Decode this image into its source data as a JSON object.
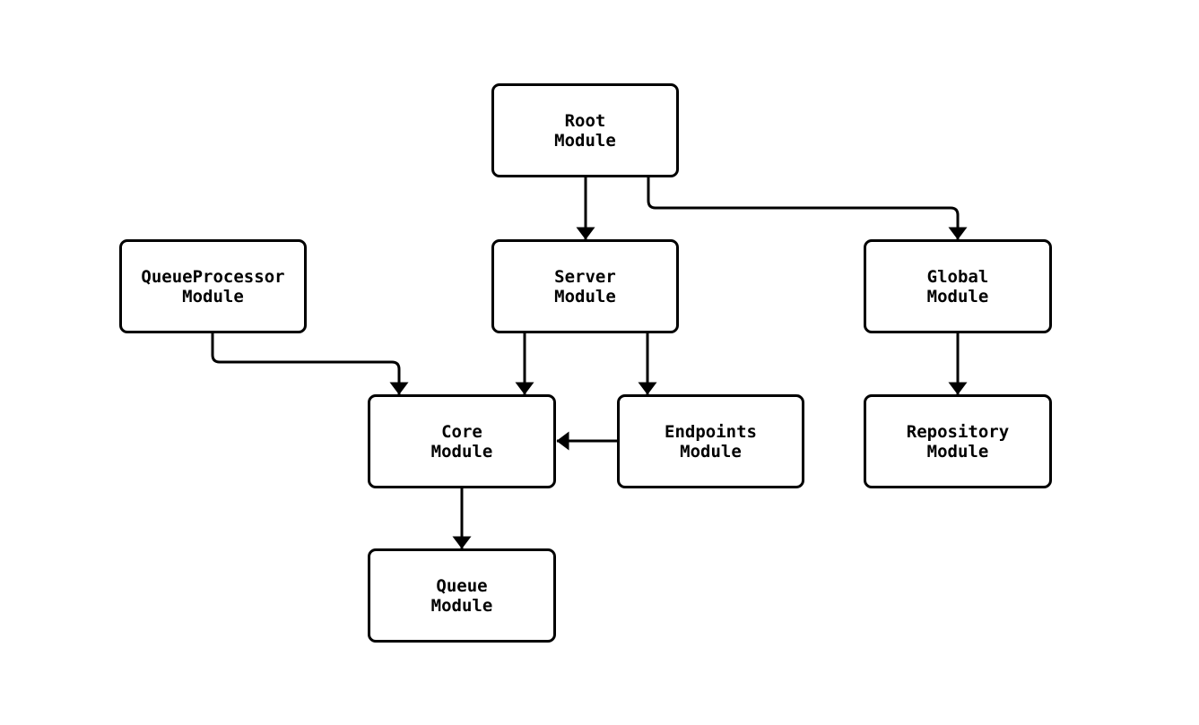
{
  "diagram": {
    "kind": "module-dependency-flowchart",
    "colors": {
      "background": "#ffffff",
      "node_fill": "#ffffff",
      "node_border": "#000000",
      "edge_stroke": "#000000",
      "text": "#000000"
    }
  },
  "nodes": [
    {
      "id": "root",
      "line1": "Root",
      "line2": "Module"
    },
    {
      "id": "queueprocessor",
      "line1": "QueueProcessor",
      "line2": "Module"
    },
    {
      "id": "server",
      "line1": "Server",
      "line2": "Module"
    },
    {
      "id": "global",
      "line1": "Global",
      "line2": "Module"
    },
    {
      "id": "core",
      "line1": "Core",
      "line2": "Module"
    },
    {
      "id": "endpoints",
      "line1": "Endpoints",
      "line2": "Module"
    },
    {
      "id": "repository",
      "line1": "Repository",
      "line2": "Module"
    },
    {
      "id": "queue",
      "line1": "Queue",
      "line2": "Module"
    }
  ],
  "edges": [
    {
      "from": "Root Module",
      "to": "Server Module"
    },
    {
      "from": "Root Module",
      "to": "Global Module"
    },
    {
      "from": "QueueProcessor Module",
      "to": "Core Module"
    },
    {
      "from": "Server Module",
      "to": "Core Module"
    },
    {
      "from": "Server Module",
      "to": "Endpoints Module"
    },
    {
      "from": "Endpoints Module",
      "to": "Core Module"
    },
    {
      "from": "Global Module",
      "to": "Repository Module"
    },
    {
      "from": "Core Module",
      "to": "Queue Module"
    }
  ]
}
